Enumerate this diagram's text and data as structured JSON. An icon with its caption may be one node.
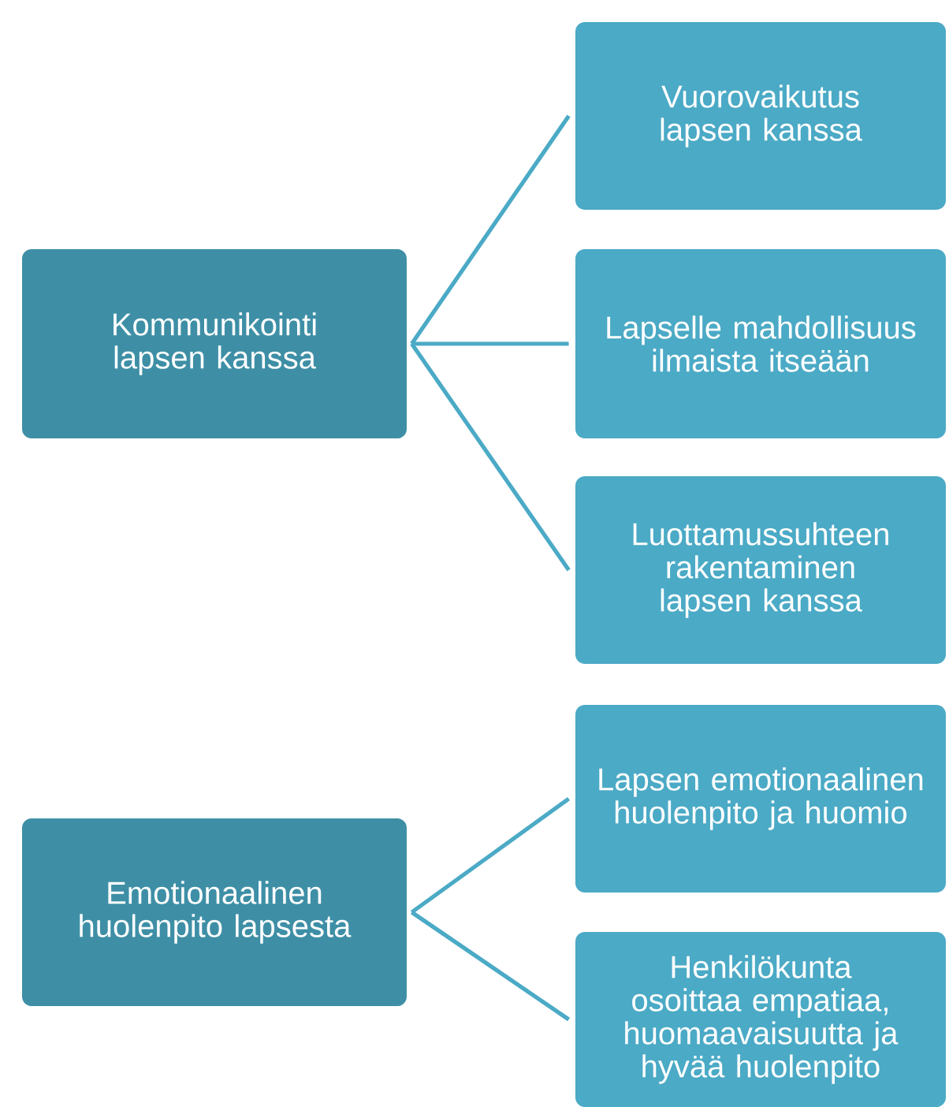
{
  "diagram": {
    "nodes": [
      {
        "text": [
          "Kommunikointi lapsen kanssa"
        ]
      },
      {
        "text": [
          "Vuorovaikutus lapsen kanssa"
        ]
      },
      {
        "text": [
          "Lapselle mahdollisuus ilmaista itseään"
        ]
      },
      {
        "text": [
          "Luottamussuhteen rakentaminen lapsen kanssa"
        ]
      },
      {
        "text": [
          "Emotionaalinen huolenpito lapsesta"
        ]
      },
      {
        "text": [
          "Lapsen emotionaalinen huolenpito ja huomio"
        ]
      },
      {
        "text": [
          "Henkilökunta osoittaa empatiaa, huomaavaisuutta ja hyvää huolenpito"
        ]
      }
    ],
    "edges": [
      {
        "from": 0,
        "to": 1,
        "arrow": "none"
      },
      {
        "from": 0,
        "to": 2,
        "arrow": "none"
      },
      {
        "from": 0,
        "to": 3,
        "arrow": "none"
      },
      {
        "from": 4,
        "to": 5,
        "arrow": "none"
      },
      {
        "from": 4,
        "to": 6,
        "arrow": "none"
      }
    ]
  }
}
